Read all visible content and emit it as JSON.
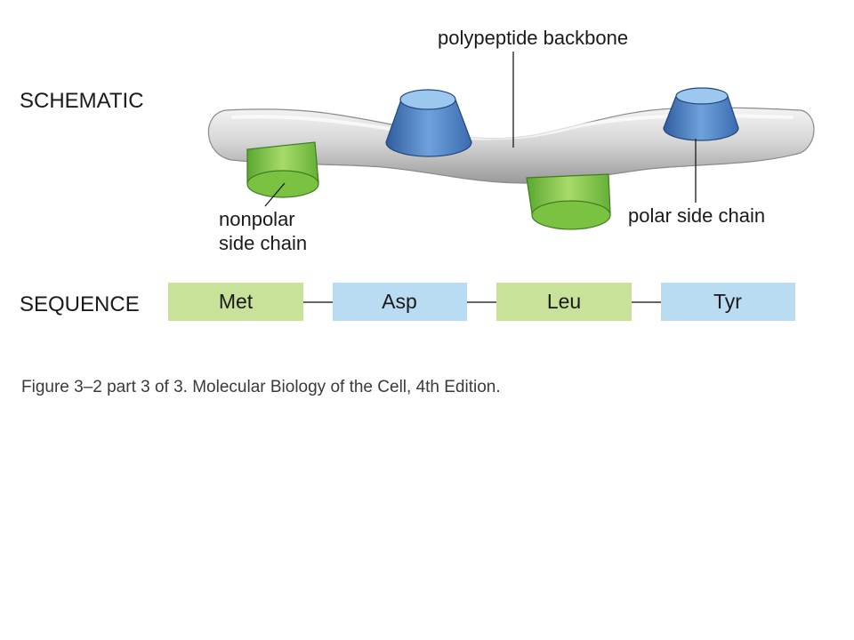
{
  "schematic": {
    "title": "SCHEMATIC",
    "labels": {
      "backbone": "polypeptide backbone",
      "nonpolar_line1": "nonpolar",
      "nonpolar_line2": "side chain",
      "polar": "polar side chain"
    }
  },
  "sequence": {
    "title": "SEQUENCE",
    "residues": [
      {
        "name": "Met",
        "type": "nonpolar"
      },
      {
        "name": "Asp",
        "type": "polar"
      },
      {
        "name": "Leu",
        "type": "nonpolar"
      },
      {
        "name": "Tyr",
        "type": "polar"
      }
    ]
  },
  "caption": "Figure 3–2 part 3 of 3. Molecular Biology of the Cell, 4th Edition.",
  "colors": {
    "nonpolar": "#c8e29a",
    "polar": "#b9dcf3",
    "nonpolar_side_chain": "#7cc242",
    "polar_side_chain": "#5d90cf",
    "backbone": "#cfcfcf"
  }
}
